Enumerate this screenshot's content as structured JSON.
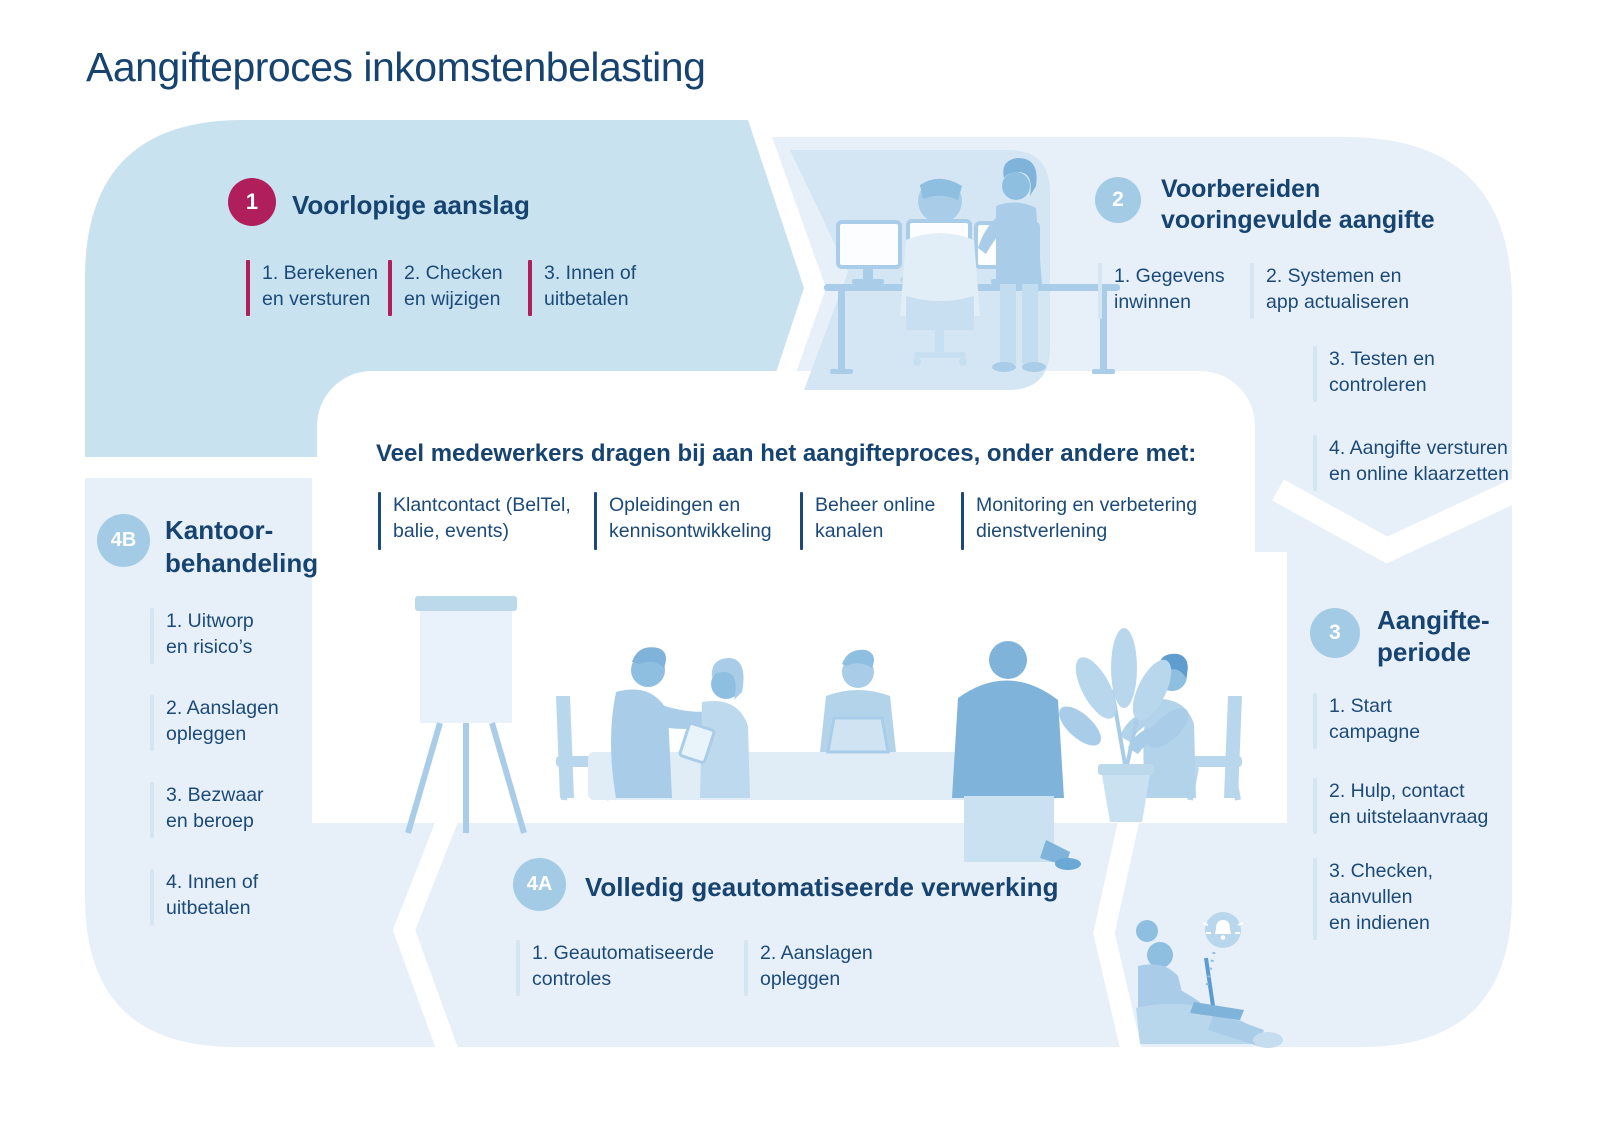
{
  "title": "Aangifteproces inkomstenbelasting",
  "colors": {
    "navy_text": "#16436f",
    "accent_magenta": "#b01f5c",
    "circle_blue": "#a3cbe5",
    "step1_block_blue": "#c9e2f0",
    "illustration_band_blue": "#d4e6f3",
    "loop_light_blue": "#e7f0f8",
    "item_bar_pale": "#d5e6f2",
    "illustration_fill": "#a9cde8"
  },
  "step1": {
    "number": "1",
    "title": "Voorlopige aanslag",
    "items": [
      "1. Berekenen\nen versturen",
      "2. Checken\nen wijzigen",
      "3. Innen of\nuitbetalen"
    ]
  },
  "step2": {
    "number": "2",
    "title": "Voorbereiden\nvooringevulde aangifte",
    "items": [
      "1. Gegevens\ninwinnen",
      "2. Systemen en\napp actualiseren",
      "3. Testen en\ncontroleren",
      "4. Aangifte versturen\nen online klaarzetten"
    ]
  },
  "step3": {
    "number": "3",
    "title": "Aangifte-\nperiode",
    "items": [
      "1. Start\ncampagne",
      "2. Hulp, contact\nen uitstelaanvraag",
      "3. Checken,\naanvullen\nen indienen"
    ]
  },
  "step4a": {
    "number": "4A",
    "title": "Volledig geautomatiseerde verwerking",
    "items": [
      "1. Geautomatiseerde\ncontroles",
      "2. Aanslagen\nopleggen"
    ]
  },
  "step4b": {
    "number": "4B",
    "title": "Kantoor-\nbehandeling",
    "items": [
      "1. Uitworp\nen risico’s",
      "2. Aanslagen\nopleggen",
      "3. Bezwaar\nen beroep",
      "4. Innen of\nuitbetalen"
    ]
  },
  "center_box": {
    "heading": "Veel medewerkers dragen bij aan het aangifteproces, onder andere met:",
    "columns": [
      "Klantcontact (BelTel,\nbalie, events)",
      "Opleidingen en\nkennisontwikkeling",
      "Beheer online\nkanalen",
      "Monitoring en verbetering\ndienstverlening"
    ]
  },
  "illustrations": {
    "top": "two-employees-at-computer-workstation",
    "center": "team-meeting-at-table-with-flipchart-and-plant",
    "bottom_right": "person-sitting-with-laptop-receiving-notification",
    "bell": "notification-bell-icon"
  }
}
